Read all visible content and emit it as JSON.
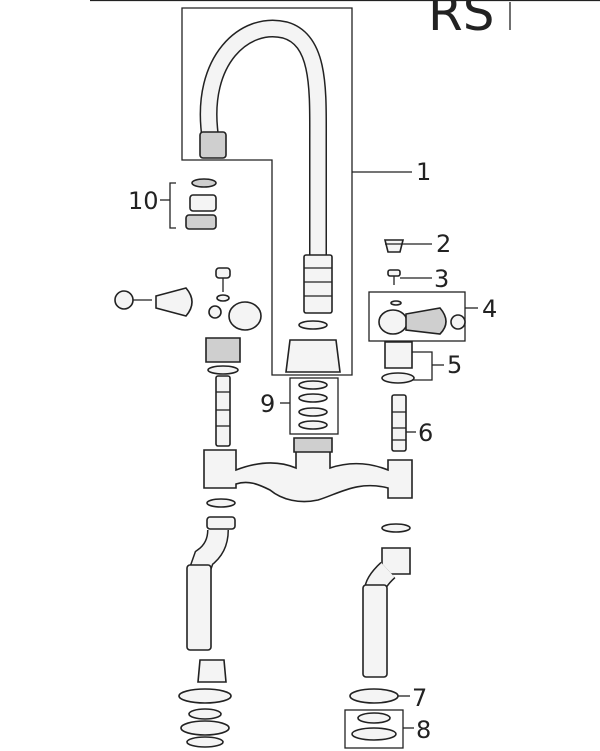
{
  "title": "RS",
  "callouts": [
    "1",
    "2",
    "3",
    "4",
    "5",
    "6",
    "7",
    "8",
    "9",
    "10"
  ]
}
